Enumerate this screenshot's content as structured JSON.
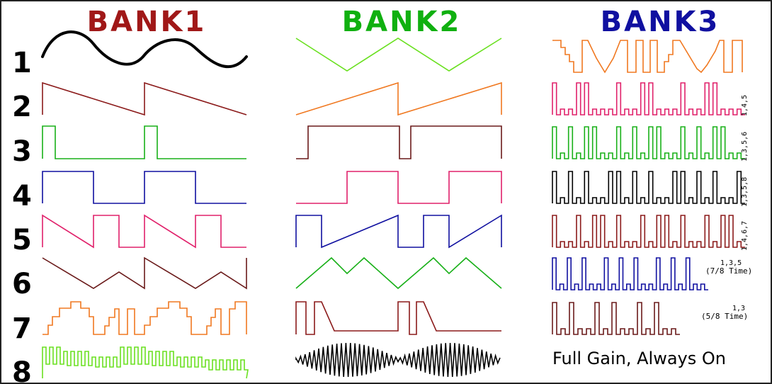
{
  "banks": [
    {
      "title": "BANK1",
      "color": "#a01818"
    },
    {
      "title": "BANK2",
      "color": "#10b010"
    },
    {
      "title": "BANK3",
      "color": "#1010a0"
    }
  ],
  "row_numbers": [
    "1",
    "2",
    "3",
    "4",
    "5",
    "6",
    "7",
    "8"
  ],
  "waveform_colors": {
    "black": "#000000",
    "dark_red": "#8b1a1a",
    "orange": "#f07820",
    "green": "#18b018",
    "blue": "#1010a0",
    "pink": "#e0206a",
    "brown": "#6a1a1a",
    "light_green": "#6ae020",
    "lime": "#80ff20"
  },
  "bank3_notes": {
    "row2": "1,4,5",
    "row3": "1,3,5,6",
    "row4": "1,3,5,8",
    "row5": "1,4,6,7",
    "row6_top": "1,3,5",
    "row6_bottom": "(7/8 Time)",
    "row7_top": "1,3",
    "row7_bottom": "(5/8 Time)",
    "row8": "Full Gain, Always On"
  }
}
